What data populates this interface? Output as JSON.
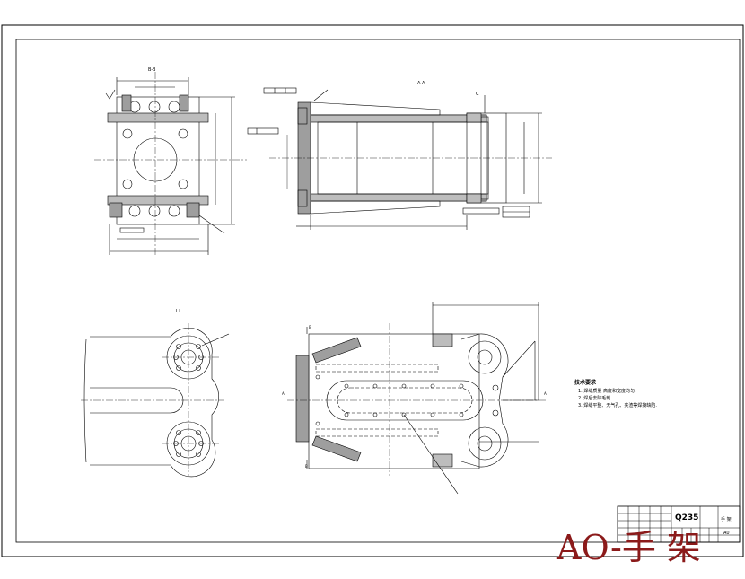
{
  "drawing": {
    "section_top_left": "B-B",
    "section_top_mid": "A-A",
    "detail_label": "C",
    "view_label_bottom_left": "I-I",
    "section_mark_a": "A",
    "section_mark_b": "B",
    "section_mark_c": "C"
  },
  "notes": {
    "heading": "技术要求",
    "items": [
      "1. 焊缝质量  高度和宽度均匀.",
      "2. 焊后去除毛刺.",
      "3. 焊缝平整、无气孔、夹渣等焊接缺陷."
    ]
  },
  "title_block": {
    "material": "Q235",
    "part_name": "手 架",
    "code": "A0"
  },
  "stamp": {
    "text": "AO-手 架"
  }
}
